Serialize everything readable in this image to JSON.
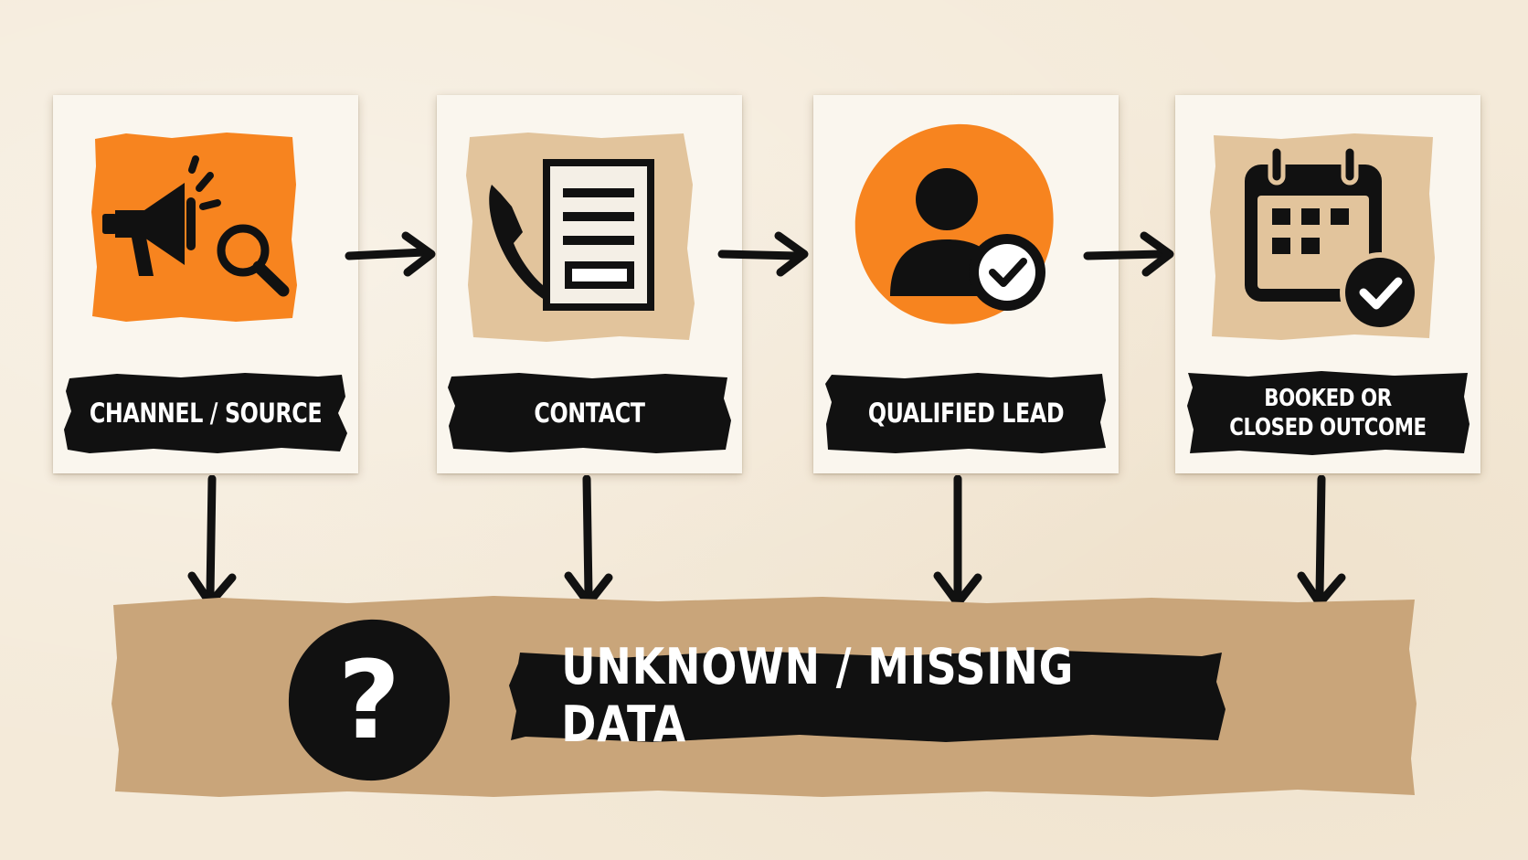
{
  "stages": [
    {
      "label": "CHANNEL / SOURCE",
      "icon": "megaphone-search-icon"
    },
    {
      "label": "CONTACT",
      "icon": "phone-form-icon"
    },
    {
      "label": "QUALIFIED LEAD",
      "icon": "person-check-icon"
    },
    {
      "label": "BOOKED OR\nCLOSED OUTCOME",
      "icon": "calendar-check-icon"
    }
  ],
  "missing": {
    "label": "UNKNOWN / MISSING DATA",
    "symbol": "?",
    "icon": "question-mark-icon"
  },
  "colors": {
    "orange": "#f7841f",
    "tan": "#e2c49c",
    "banner": "#c9a57a",
    "ink": "#111111",
    "card": "#faf6ee",
    "background": "#f4ead9"
  }
}
